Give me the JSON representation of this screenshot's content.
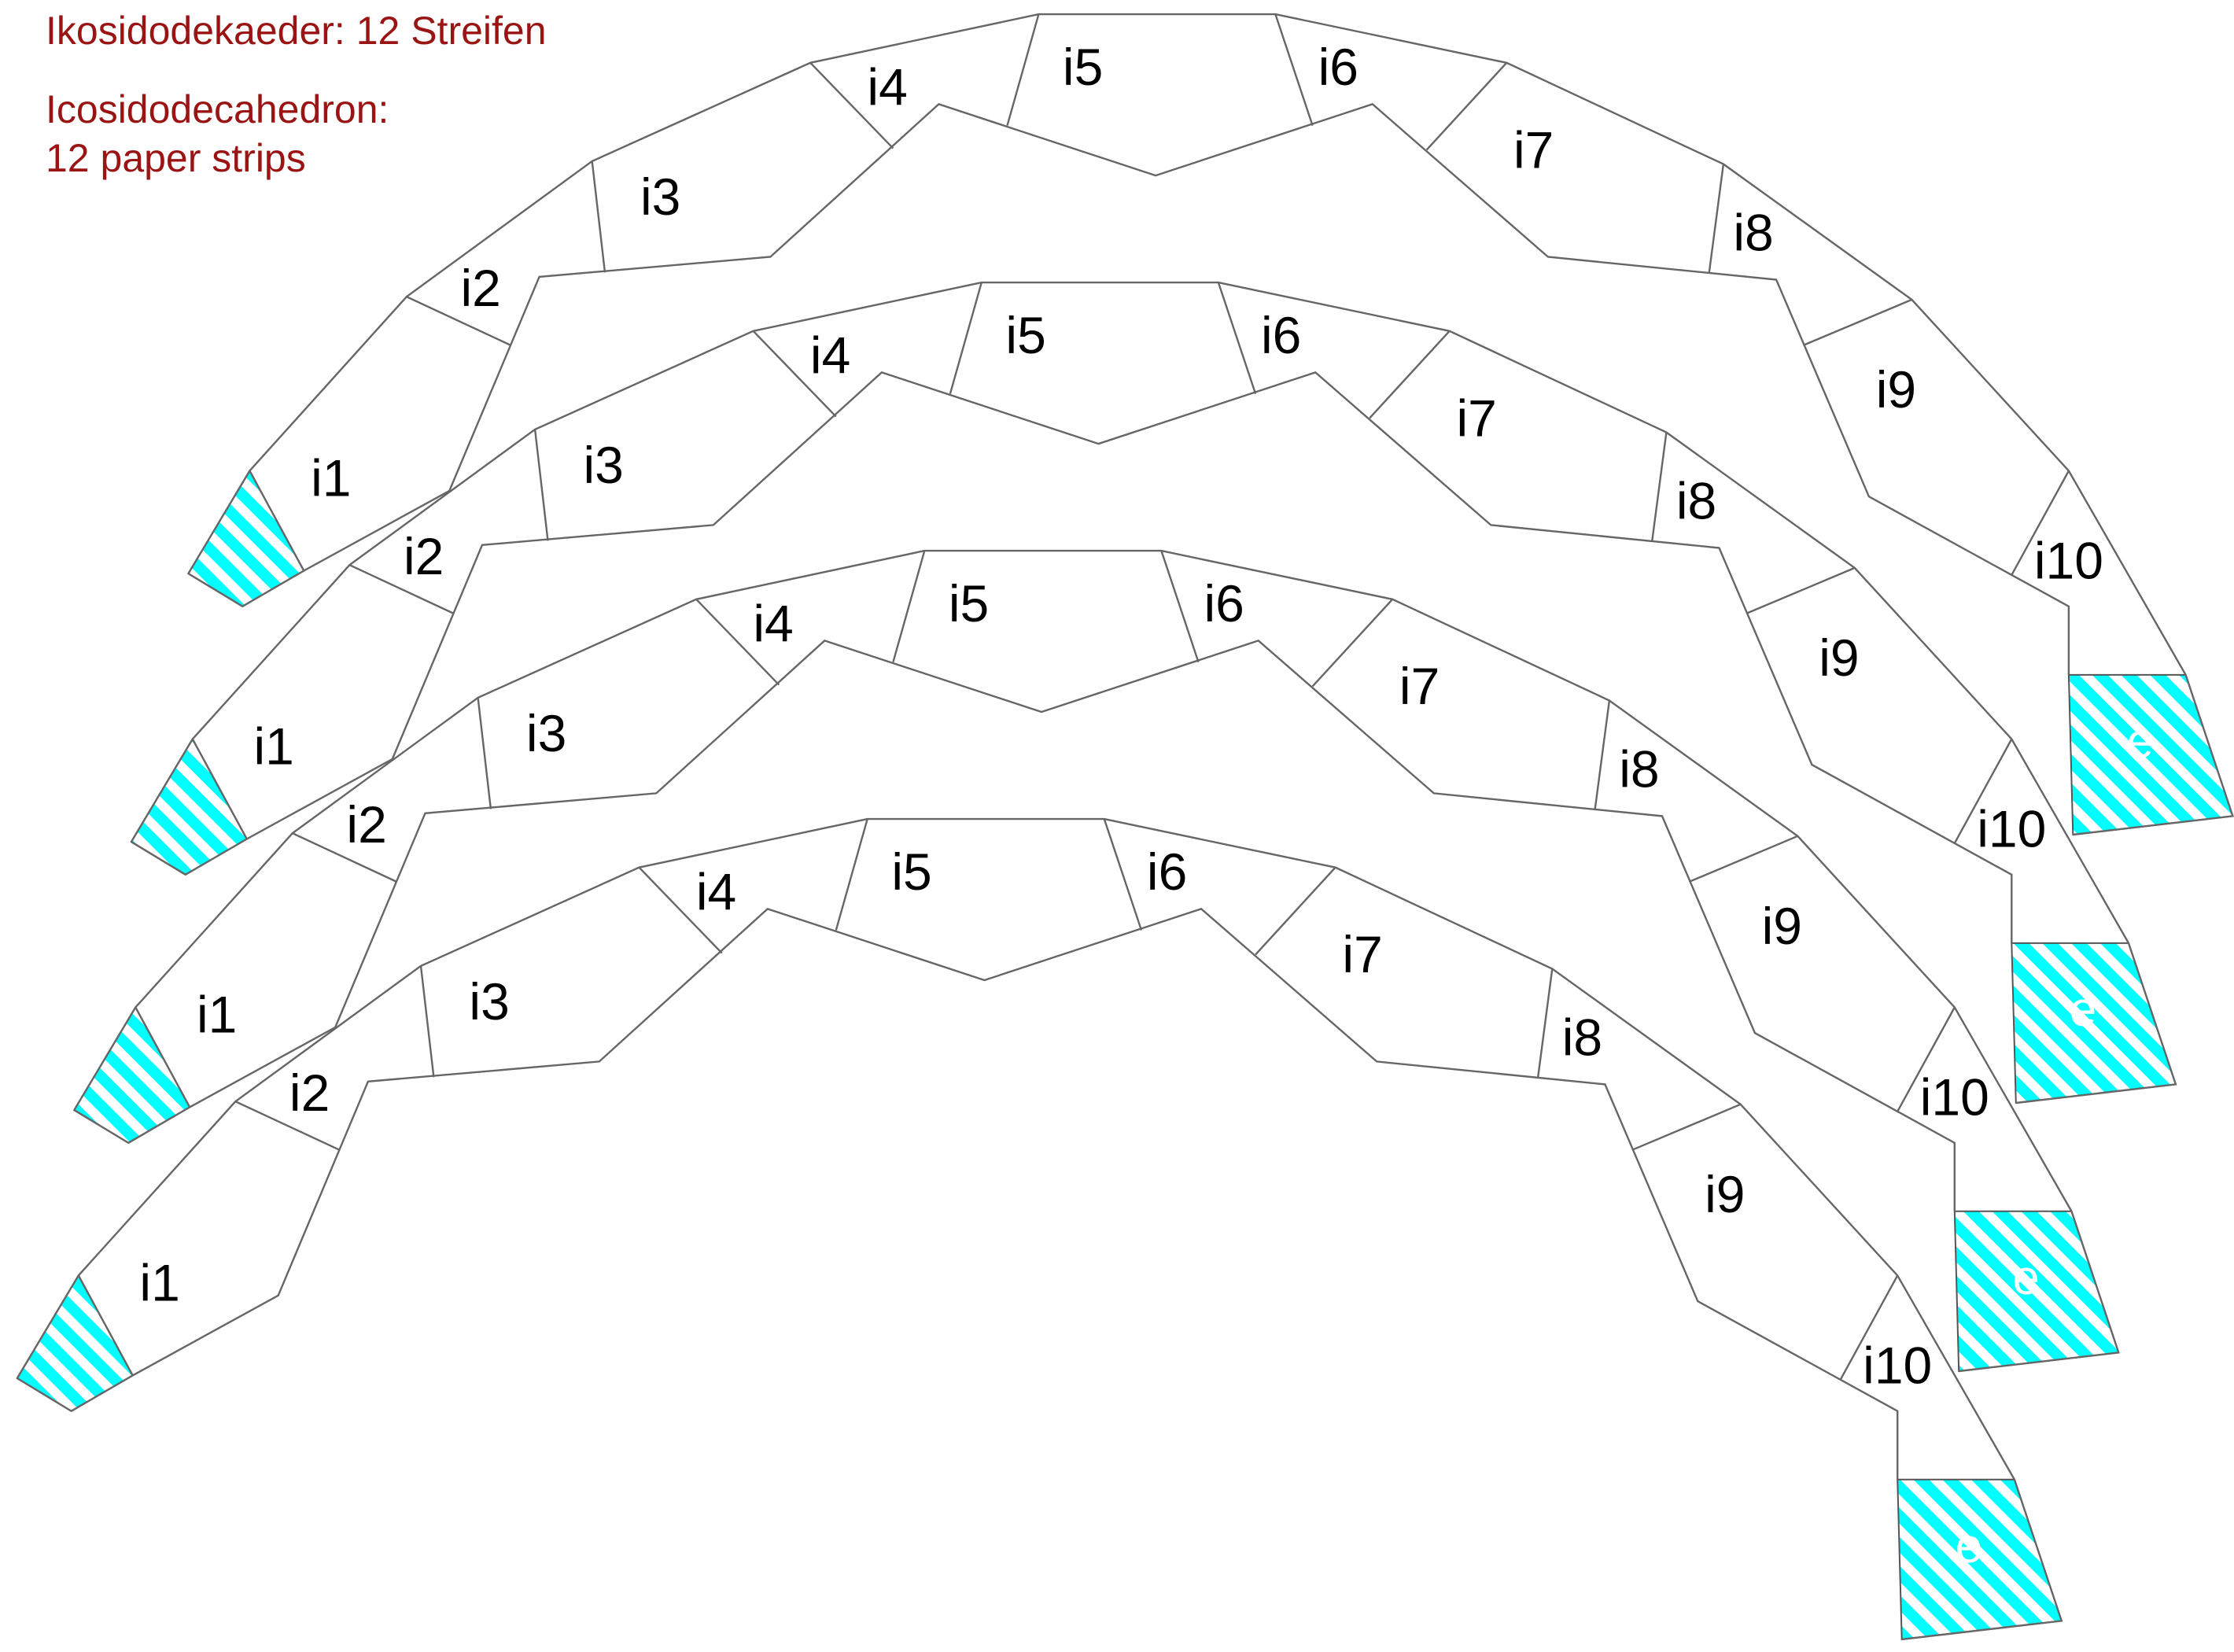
{
  "titles": {
    "german": "Ikosidodekaeder: 12 Streifen",
    "english_line1": "Icosidodecahedron:",
    "english_line2": "12 paper strips"
  },
  "segment_labels": [
    "i1",
    "i2",
    "i3",
    "i4",
    "i5",
    "i6",
    "i7",
    "i8",
    "i9",
    "i10"
  ],
  "end_label": "e",
  "colors": {
    "title": "#9b1414",
    "hatch": "#00ffff",
    "lines": "#666666"
  },
  "strips": [
    {
      "name": "strip-1"
    },
    {
      "name": "strip-2"
    },
    {
      "name": "strip-3"
    },
    {
      "name": "strip-4"
    }
  ]
}
